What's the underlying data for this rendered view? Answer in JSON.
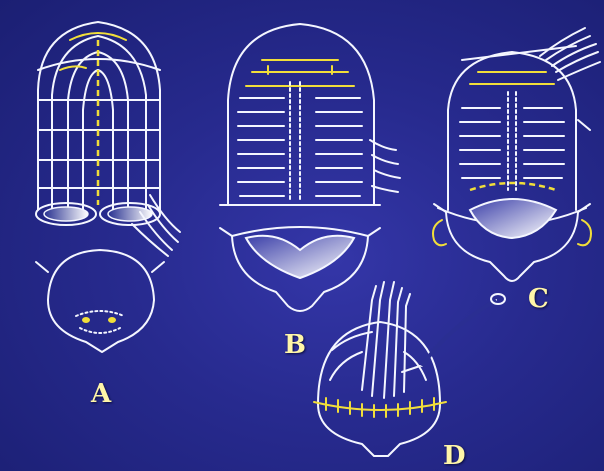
{
  "figure": {
    "labels": {
      "a": "A",
      "b": "B",
      "c": "C",
      "d": "D"
    },
    "colors": {
      "background": "#272a8e",
      "line": "#f4f6ff",
      "suture": "#f1de3a",
      "label": "#fff6a8"
    }
  }
}
